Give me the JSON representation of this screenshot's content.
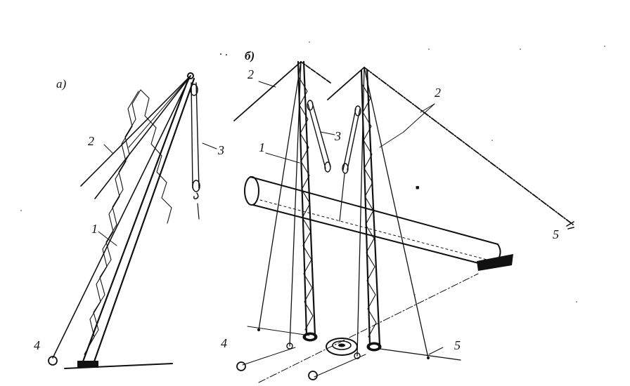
{
  "figure": {
    "panel_a_label": "а)",
    "panel_b_label": "б)",
    "labels": {
      "mast": "1",
      "guy": "2",
      "pulley_block": "3",
      "winch": "4",
      "anchor": "5"
    }
  }
}
